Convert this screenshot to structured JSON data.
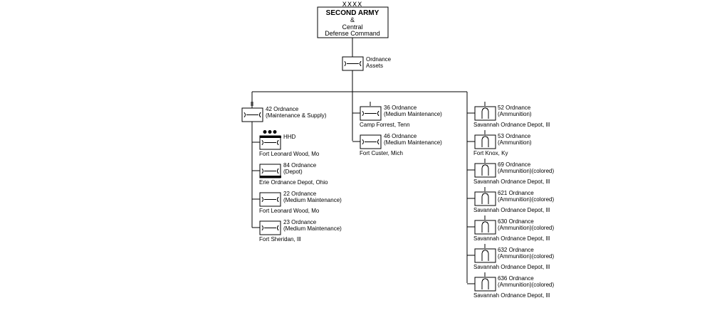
{
  "hq": {
    "echelon": "XXXX",
    "title": "SECOND ARMY",
    "line2": "&",
    "line3": "Central",
    "line4": "Defense Command"
  },
  "ordnance_assets": {
    "line1": "Ordnance",
    "line2": "Assets"
  },
  "left_group": {
    "head": {
      "echelon": "II",
      "line1": "42 Ordnance",
      "line2": "(Maintenance & Supply)"
    },
    "units": [
      {
        "line1": "HHD",
        "line2": "",
        "location": "Fort Leonard Wood, Mo"
      },
      {
        "line1": "84 Ordnance",
        "line2": "(Depot)",
        "location": "Erie Ordnance Depot, Ohio"
      },
      {
        "line1": "22 Ordnance",
        "line2": "(Medium Maintenance)",
        "location": "Fort Leonard Wood, Mo"
      },
      {
        "line1": "23 Ordnance",
        "line2": "(Medium Maintenance)",
        "location": "Fort Sheridan, Ill"
      }
    ]
  },
  "middle_group": [
    {
      "line1": "36 Ordnance",
      "line2": "(Medium Maintenance)",
      "location": "Camp Forrest, Tenn"
    },
    {
      "line1": "46 Ordnance",
      "line2": "(Medium Maintenance)",
      "location": "Fort Custer, Mich"
    }
  ],
  "right_group": [
    {
      "line1": "52 Ordnance",
      "line2": "(Ammunition)",
      "location": "Savannah Ordnance Depot, Ill"
    },
    {
      "line1": "53 Ordnance",
      "line2": "(Ammunition)",
      "location": "Fort Knox, Ky"
    },
    {
      "line1": "69 Ordnance",
      "line2": "(Ammunition)(colored)",
      "location": "Savannah Ordnance Depot, Ill"
    },
    {
      "line1": "621 Ordnance",
      "line2": "(Ammunition)(colored)",
      "location": "Savannah Ordnance Depot, Ill"
    },
    {
      "line1": "630 Ordnance",
      "line2": "(Ammunition)(colored)",
      "location": "Savannah Ordnance Depot, Ill"
    },
    {
      "line1": "632 Ordnance",
      "line2": "(Ammunition)(colored)",
      "location": "Savannah Ordnance Depot, Ill"
    },
    {
      "line1": "636 Ordnance",
      "line2": "(Ammunition)(colored)",
      "location": "Savannah Ordnance Depot, Ill"
    }
  ]
}
